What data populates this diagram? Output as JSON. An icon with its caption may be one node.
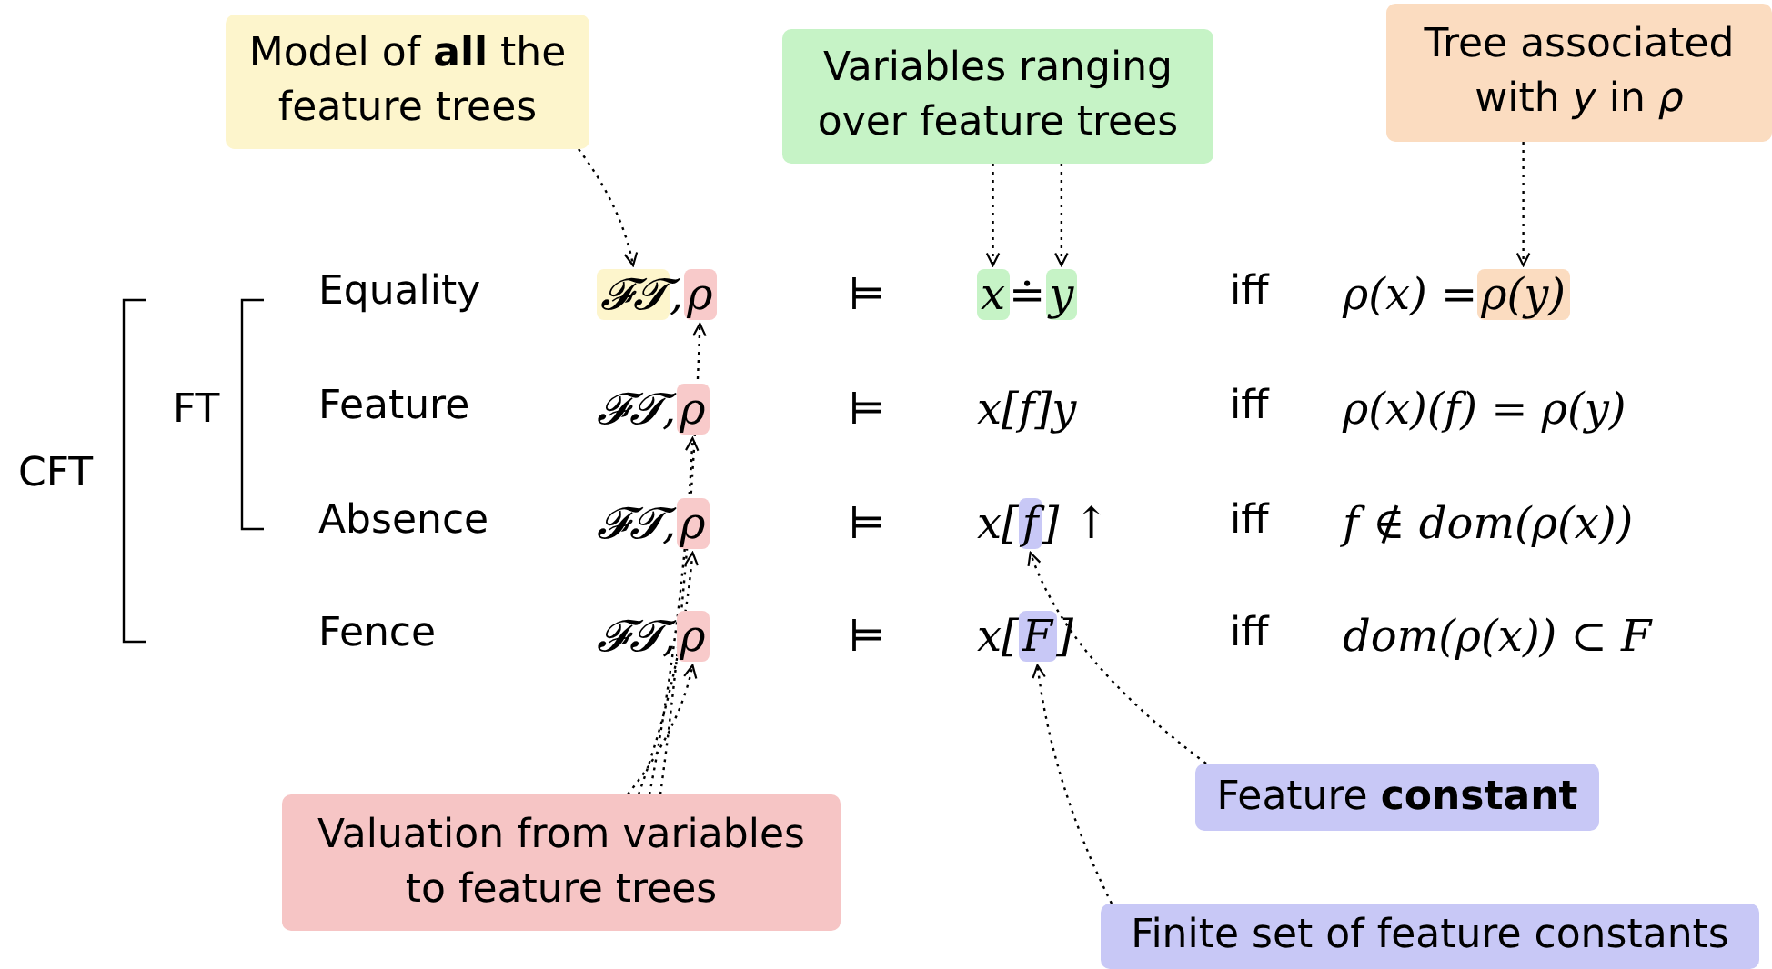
{
  "diagram": {
    "nodes": [
      {
        "text": [
          "Model of **all** the feature trees"
        ]
      },
      {
        "text": [
          "Variables ranging over feature trees"
        ]
      },
      {
        "text": [
          "Tree associated with *y* in *ρ*"
        ]
      },
      {
        "text": [
          "𝓕𝓣"
        ]
      },
      {
        "text": [
          "ρ"
        ]
      },
      {
        "text": [
          "x"
        ]
      },
      {
        "text": [
          "y"
        ]
      },
      {
        "text": [
          "ρ(y)"
        ]
      },
      {
        "text": [
          "ρ"
        ]
      },
      {
        "text": [
          "ρ"
        ]
      },
      {
        "text": [
          "f"
        ]
      },
      {
        "text": [
          "ρ"
        ]
      },
      {
        "text": [
          "F"
        ]
      },
      {
        "text": [
          "Feature **constant**"
        ]
      },
      {
        "text": [
          "Valuation from variables to feature trees"
        ]
      },
      {
        "text": [
          "Finite set of feature constants"
        ]
      }
    ],
    "edges": [
      {
        "from": 0,
        "to": 3,
        "arrow": "to"
      },
      {
        "from": 1,
        "to": 5,
        "arrow": "to"
      },
      {
        "from": 1,
        "to": 6,
        "arrow": "to"
      },
      {
        "from": 2,
        "to": 7,
        "arrow": "to"
      },
      {
        "from": 14,
        "to": 11,
        "arrow": "to"
      },
      {
        "from": 14,
        "to": 9,
        "arrow": "to"
      },
      {
        "from": 14,
        "to": 8,
        "arrow": "to"
      },
      {
        "from": 14,
        "to": 4,
        "arrow": "to"
      },
      {
        "from": 13,
        "to": 10,
        "arrow": "to"
      },
      {
        "from": 15,
        "to": 12,
        "arrow": "to"
      }
    ],
    "labels": [
      "Equality",
      ",",
      "⊨",
      "≐",
      "iff",
      "ρ(x) =",
      "FT",
      "Feature",
      "𝓕𝓣,",
      "⊨",
      "x[f]y",
      "iff",
      "ρ(x)(f) = ρ(y)",
      "CFT",
      "Absence",
      "𝓕𝓣,",
      "⊨",
      "x[",
      "] ↑",
      "iff",
      "f ∉ dom(ρ(x))",
      "Fence",
      "𝓕𝓣,",
      "⊨",
      "x[",
      "]",
      "iff",
      "dom(ρ(x)) ⊂ F"
    ]
  }
}
